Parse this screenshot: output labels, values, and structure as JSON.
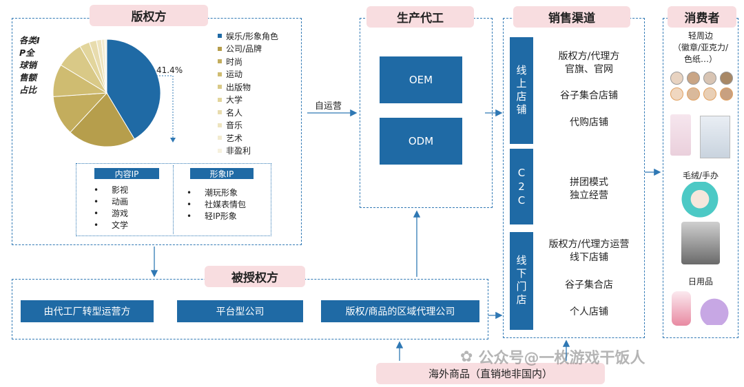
{
  "licensor": {
    "header": "版权方",
    "side_label": "各类IP全球销售额占比",
    "pct_label": "41.4%",
    "legend": [
      "娱乐/形象角色",
      "公司/品牌",
      "时尚",
      "运动",
      "出版物",
      "大学",
      "名人",
      "音乐",
      "艺术",
      "非盈利"
    ],
    "content_ip": {
      "title": "内容IP",
      "items": [
        "影视",
        "动画",
        "游戏",
        "文学"
      ]
    },
    "image_ip": {
      "title": "形象IP",
      "items": [
        "潮玩形象",
        "社媒表情包",
        "轻IP形象"
      ]
    }
  },
  "chart_data": {
    "type": "pie",
    "labels": [
      "娱乐/形象角色",
      "公司/品牌",
      "时尚",
      "运动",
      "出版物",
      "大学",
      "名人",
      "音乐",
      "艺术",
      "非盈利"
    ],
    "values": [
      41.4,
      20.5,
      12.0,
      9.8,
      8.0,
      3.0,
      2.2,
      1.5,
      1.0,
      0.6
    ],
    "colors": [
      "#1f6aa5",
      "#b69e4c",
      "#c3ad5d",
      "#cfbc71",
      "#d9c987",
      "#e2d59c",
      "#e8dcae",
      "#eee4bf",
      "#f2ebcf",
      "#f6f1de"
    ],
    "data_labels": [
      "41.4%"
    ]
  },
  "production": {
    "header": "生产代工",
    "oem": "OEM",
    "odm": "ODM",
    "arrow_label": "自运营"
  },
  "licensee": {
    "header": "被授权方",
    "boxes": [
      "由代工厂转型运营方",
      "平台型公司",
      "版权/商品的区域代理公司"
    ]
  },
  "sales": {
    "header": "销售渠道",
    "online": {
      "label": "线上店铺",
      "items": [
        "版权方/代理方\n官旗、官网",
        "谷子集合店铺",
        "代购店铺"
      ]
    },
    "c2c": {
      "label": "C2C",
      "items": [
        "拼团模式\n独立经营"
      ]
    },
    "offline": {
      "label": "线下门店",
      "items": [
        "版权方/代理方运营\n线下店铺",
        "谷子集合店",
        "个人店铺"
      ]
    }
  },
  "consumer": {
    "header": "消费者",
    "cat1": "轻周边\n（徽章/亚克力/\n色纸…）",
    "cat2": "毛绒/手办",
    "cat3": "日用品"
  },
  "overseas": "海外商品（直销地非国内）",
  "watermark": "公众号@一枚游戏干饭人"
}
